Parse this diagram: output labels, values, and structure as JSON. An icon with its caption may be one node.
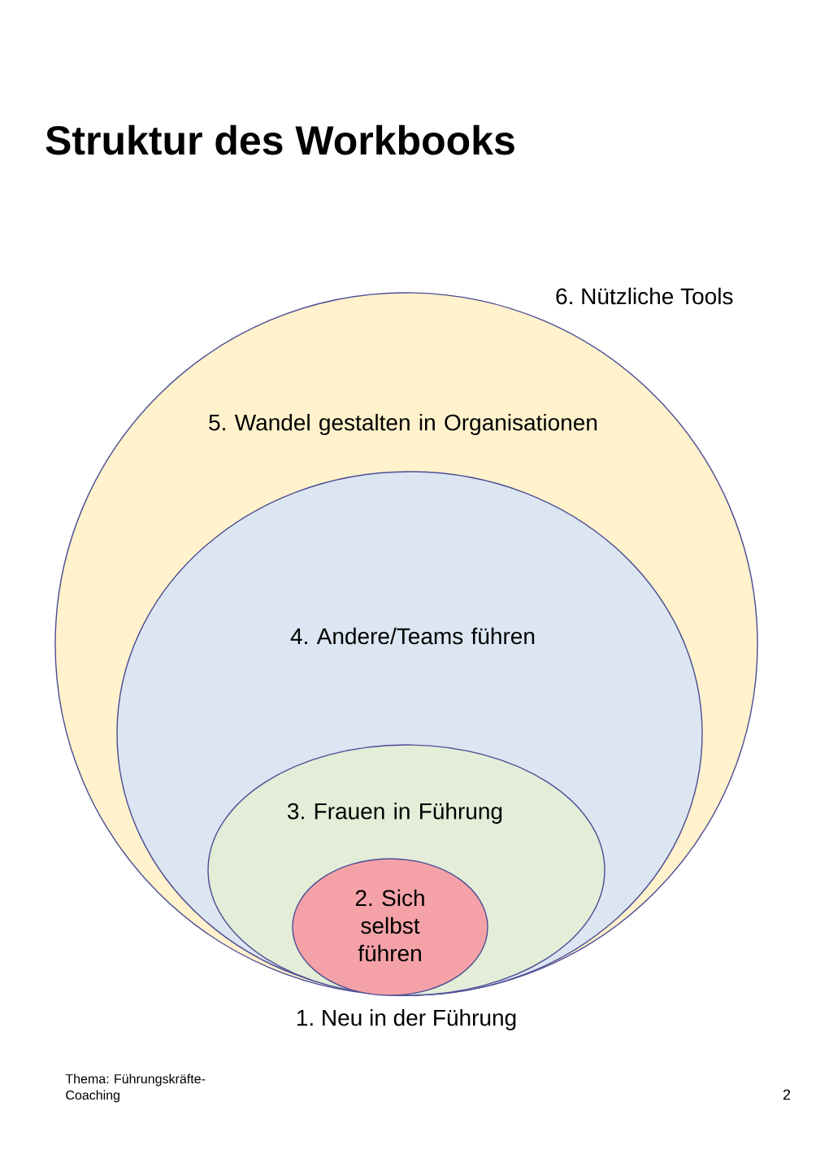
{
  "diagram": {
    "title": "Struktur des Workbooks",
    "nodes": [
      {
        "text": [
          "5. Wandel gestalten in Organisationen"
        ]
      },
      {
        "text": [
          "4. Andere/Teams führen"
        ],
        "in": 0
      },
      {
        "text": [
          "3. Frauen in Führung"
        ],
        "in": 1
      },
      {
        "text": [
          "2. Sich selbst führen"
        ],
        "in": 2
      }
    ],
    "edges": [],
    "labels": [
      "6. Nützliche Tools",
      "1. Neu in der Führung",
      "Thema: Führungskräfte-Coaching",
      "2"
    ]
  }
}
